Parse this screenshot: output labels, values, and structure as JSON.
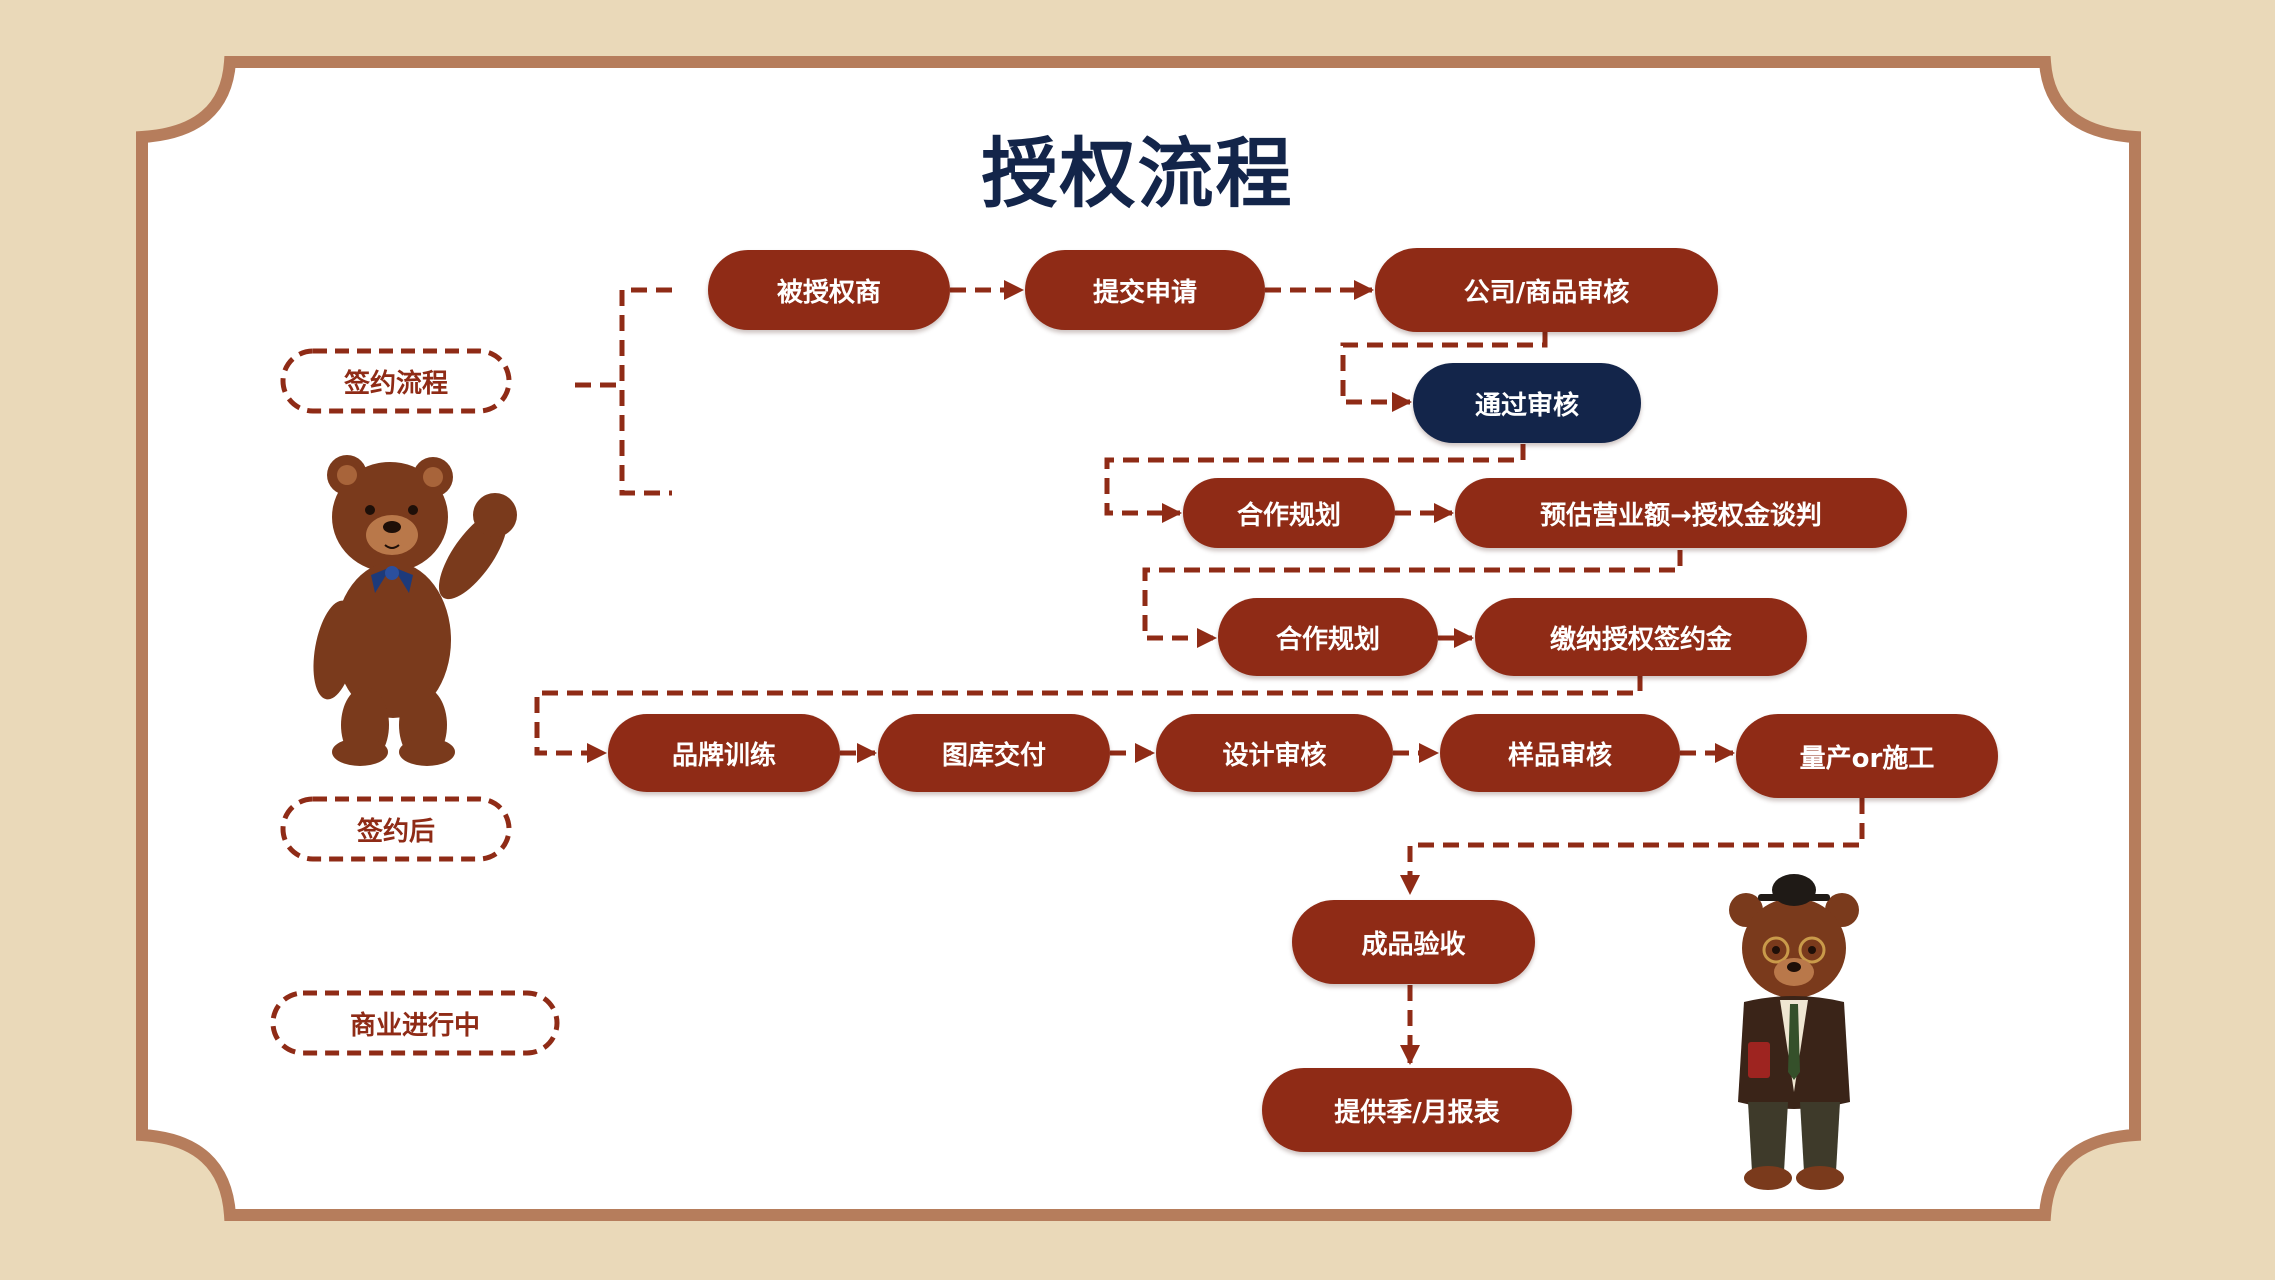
{
  "title": "授权流程",
  "stages": {
    "signing": "签约流程",
    "after_signing": "签约后",
    "in_business": "商业进行中"
  },
  "steps": {
    "licensee": "被授权商",
    "submit": "提交申请",
    "review": "公司/商品审核",
    "approved": "通过审核",
    "plan1": "合作规划",
    "estimate": "预估营业额→授权金谈判",
    "plan2": "合作规划",
    "deposit": "缴纳授权签约金",
    "training": "品牌训练",
    "gallery": "图库交付",
    "design": "设计审核",
    "sample": "样品审核",
    "production": "量产or施工",
    "acceptance": "成品验收",
    "report": "提供季/月报表"
  },
  "colors": {
    "brand_brown": "#8f2b16",
    "navy": "#13254a",
    "frame": "#b67d5c",
    "background": "#ead9b9"
  },
  "icons": [
    "waving-teddy-bear-icon",
    "gentleman-teddy-bear-icon"
  ]
}
